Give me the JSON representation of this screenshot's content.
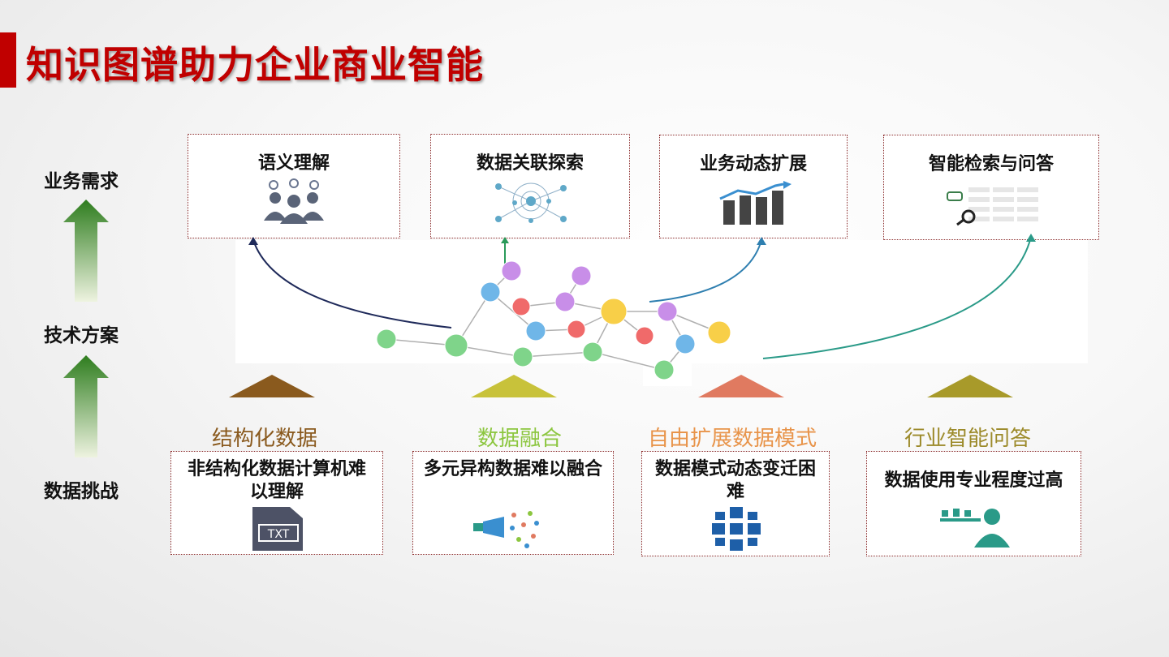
{
  "slide": {
    "title": "知识图谱助力企业商业智能",
    "accent_color": "#c00000"
  },
  "rows": {
    "business": "业务需求",
    "technical": "技术方案",
    "challenge": "数据挑战"
  },
  "needs": [
    {
      "label": "语义理解",
      "icon": "people-lightbulb-icon"
    },
    {
      "label": "数据关联探索",
      "icon": "network-graph-icon"
    },
    {
      "label": "业务动态扩展",
      "icon": "growth-bar-chart-icon"
    },
    {
      "label": "智能检索与问答",
      "icon": "search-qa-icon"
    }
  ],
  "categories": [
    {
      "label": "结构化数据",
      "color": "#8a5a1e"
    },
    {
      "label": "数据融合",
      "color": "#8cc63f"
    },
    {
      "label": "自由扩展数据模式",
      "color": "#e8944a"
    },
    {
      "label": "行业智能问答",
      "color": "#9c8a2a"
    }
  ],
  "challenges": [
    {
      "label": "非结构化数据计算机难以理解",
      "icon": "txt-file-icon"
    },
    {
      "label": "多元异构数据难以融合",
      "icon": "megaphone-icon"
    },
    {
      "label": "数据模式动态变迁困难",
      "icon": "cube-network-icon"
    },
    {
      "label": "数据使用专业程度过高",
      "icon": "professional-user-icon"
    }
  ]
}
